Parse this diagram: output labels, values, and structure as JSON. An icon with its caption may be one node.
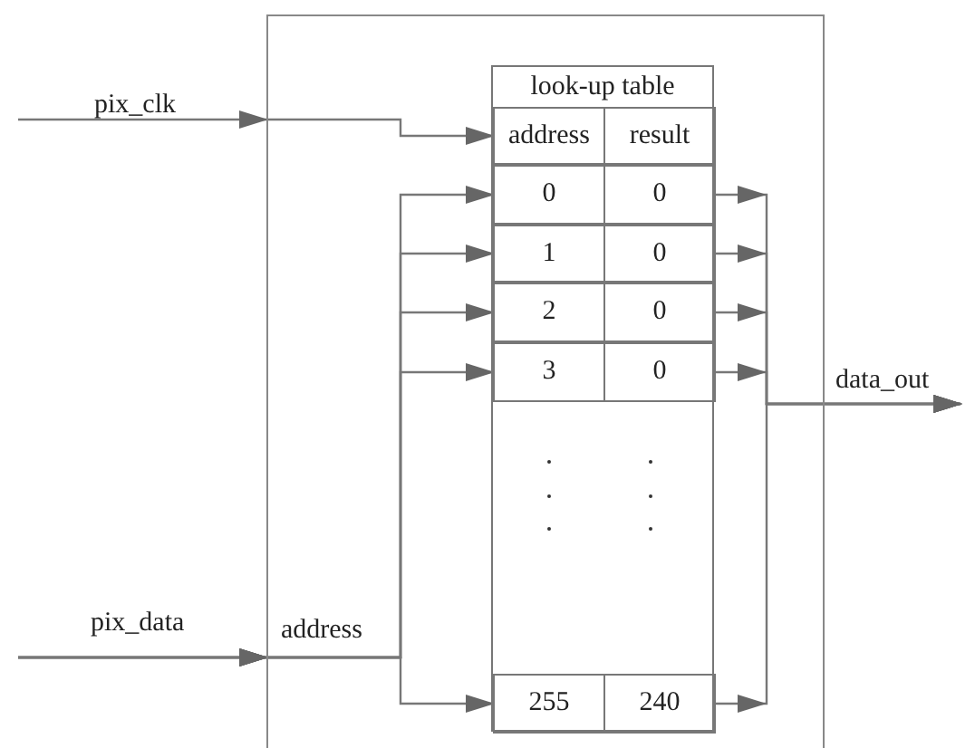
{
  "diagram": {
    "nodes": [
      {
        "text": [],
        "shape": "box"
      },
      {
        "text": [
          "pix_clk"
        ]
      },
      {
        "text": [
          "pix_data"
        ]
      },
      {
        "text": [
          "look-up table"
        ],
        "in": 0
      },
      {
        "text": [
          "address"
        ],
        "in": 3
      },
      {
        "text": [
          "result"
        ],
        "in": 3
      },
      {
        "text": [
          "0"
        ],
        "in": 3
      },
      {
        "text": [
          "0"
        ],
        "in": 3
      },
      {
        "text": [
          "1"
        ],
        "in": 3
      },
      {
        "text": [
          "0"
        ],
        "in": 3
      },
      {
        "text": [
          "2"
        ],
        "in": 3
      },
      {
        "text": [
          "0"
        ],
        "in": 3
      },
      {
        "text": [
          "3"
        ],
        "in": 3
      },
      {
        "text": [
          "0"
        ],
        "in": 3
      },
      {
        "text": [
          "255"
        ],
        "in": 3
      },
      {
        "text": [
          "240"
        ],
        "in": 3
      },
      {
        "text": [
          "data_out"
        ]
      }
    ],
    "edges": [
      {
        "from": 1,
        "to": 4,
        "arrow": "to"
      },
      {
        "from": 2,
        "to": 6,
        "arrow": "to"
      },
      {
        "from": 2,
        "to": 8,
        "arrow": "to"
      },
      {
        "from": 2,
        "to": 10,
        "arrow": "to"
      },
      {
        "from": 2,
        "to": 12,
        "arrow": "to"
      },
      {
        "from": 2,
        "to": 14,
        "arrow": "to",
        "label": "address"
      },
      {
        "from": 7,
        "to": 16,
        "arrow": "to"
      },
      {
        "from": 9,
        "to": 16,
        "arrow": "to"
      },
      {
        "from": 11,
        "to": 16,
        "arrow": "to"
      },
      {
        "from": 13,
        "to": 16,
        "arrow": "to"
      },
      {
        "from": 15,
        "to": 16,
        "arrow": "to"
      }
    ]
  }
}
